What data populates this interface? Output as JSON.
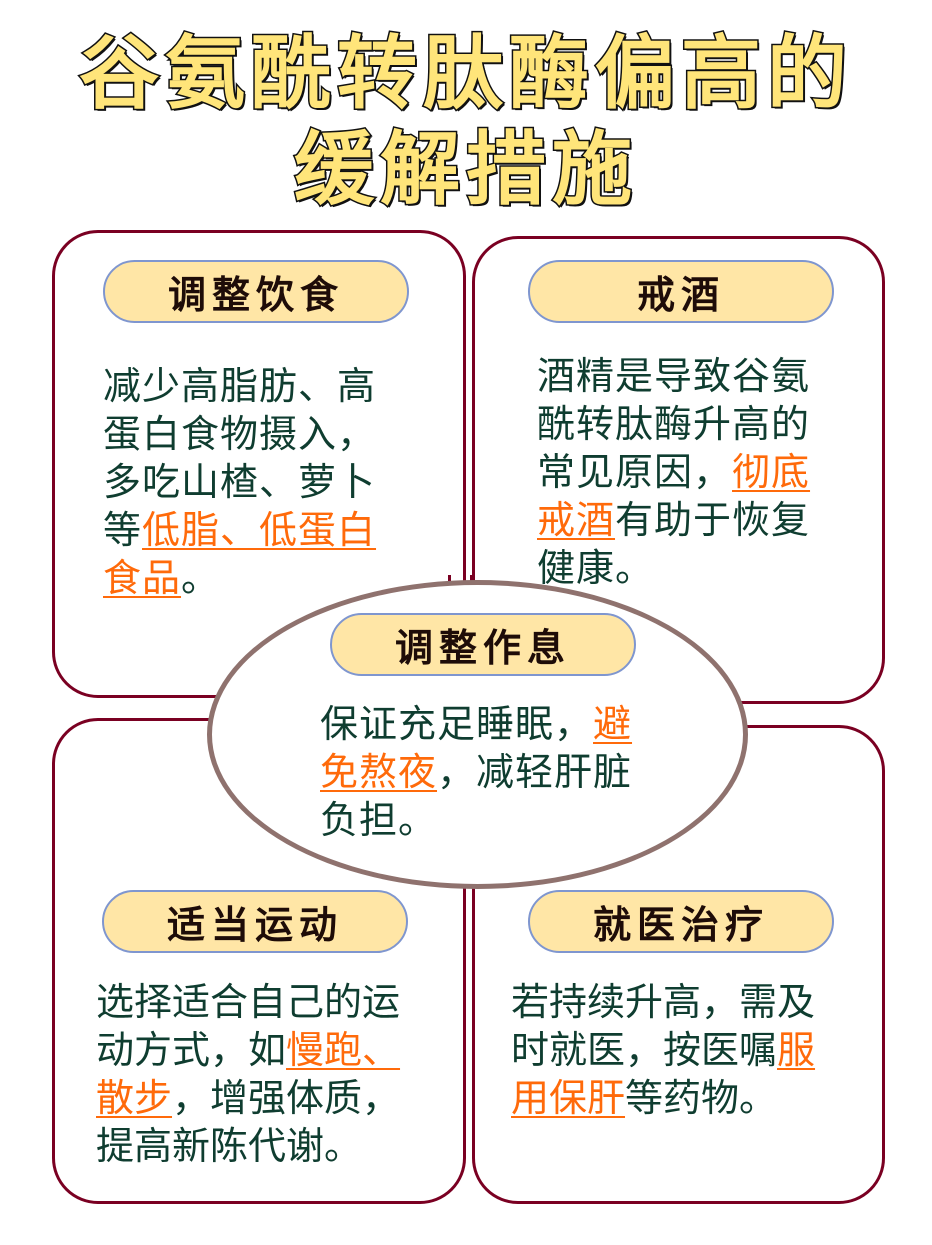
{
  "title": {
    "line1": "谷氨酰转肽酶偏高的",
    "line2": "缓解措施"
  },
  "colors": {
    "title_fill": "#FFE57A",
    "box_border": "#7A0022",
    "pill_fill": "#FFE6A6",
    "pill_border": "#7F96CF",
    "body_text": "#0F3D30",
    "highlight": "#FF6A0A",
    "ellipse_border": "#8F726E"
  },
  "cards": {
    "diet": {
      "heading": "调整饮食",
      "line1": "减少高脂肪、高",
      "line2": "蛋白食物摄入，",
      "line3": "多吃山楂、萝卜",
      "line4_pre": "等",
      "line4_hl": "低脂、低蛋白",
      "line5_hl": "食品",
      "line5_post": "。"
    },
    "alcohol": {
      "heading": "戒酒",
      "line1": "酒精是导致谷氨",
      "line2": "酰转肽酶升高的",
      "line3_pre": "常见原因，",
      "line3_hl": "彻底",
      "line4_hl": "戒酒",
      "line4_post": "有助于恢复",
      "line5": "健康。"
    },
    "rest": {
      "heading": "调整作息",
      "line1_pre": "保证充足睡眠，",
      "line1_hl": "避",
      "line2_hl": "免熬夜",
      "line2_post": "，减轻肝脏",
      "line3": "负担。"
    },
    "exercise": {
      "heading": "适当运动",
      "line1": "选择适合自己的运",
      "line2_pre": "动方式，如",
      "line2_hl": "慢跑、",
      "line3_hl": "散步",
      "line3_post": "，增强体质，",
      "line4": "提高新陈代谢。"
    },
    "medical": {
      "heading": "就医治疗",
      "line1": "若持续升高，需及",
      "line2_pre": "时就医，按医嘱",
      "line2_hl": "服",
      "line3_hl": "用保肝",
      "line3_post": "等药物。"
    }
  }
}
